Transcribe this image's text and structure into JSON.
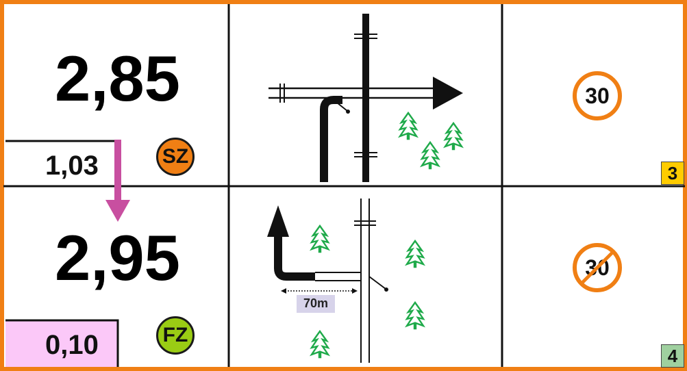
{
  "rows": [
    {
      "total_km": "2,85",
      "partial_km": "1,03",
      "badge": "SZ",
      "badge_color": "#f07f14",
      "speed_sign": "30",
      "speed_sign_type": "limit",
      "row_number": "3",
      "row_number_color": "#ffcc00"
    },
    {
      "total_km": "2,95",
      "partial_km": "0,10",
      "partial_bg": "#fbc8f8",
      "badge": "FZ",
      "badge_color": "#9acc14",
      "speed_sign": "30",
      "speed_sign_type": "end-of-limit",
      "row_number": "4",
      "row_number_color": "#9fd09f",
      "distance_label": "70m"
    }
  ],
  "colors": {
    "frame": "#f07f14",
    "tree": "#1faa4a",
    "arrow_pink": "#c84fa0"
  },
  "icons": [
    "tulip-direction-arrow",
    "tree-icon",
    "down-arrow-icon"
  ]
}
